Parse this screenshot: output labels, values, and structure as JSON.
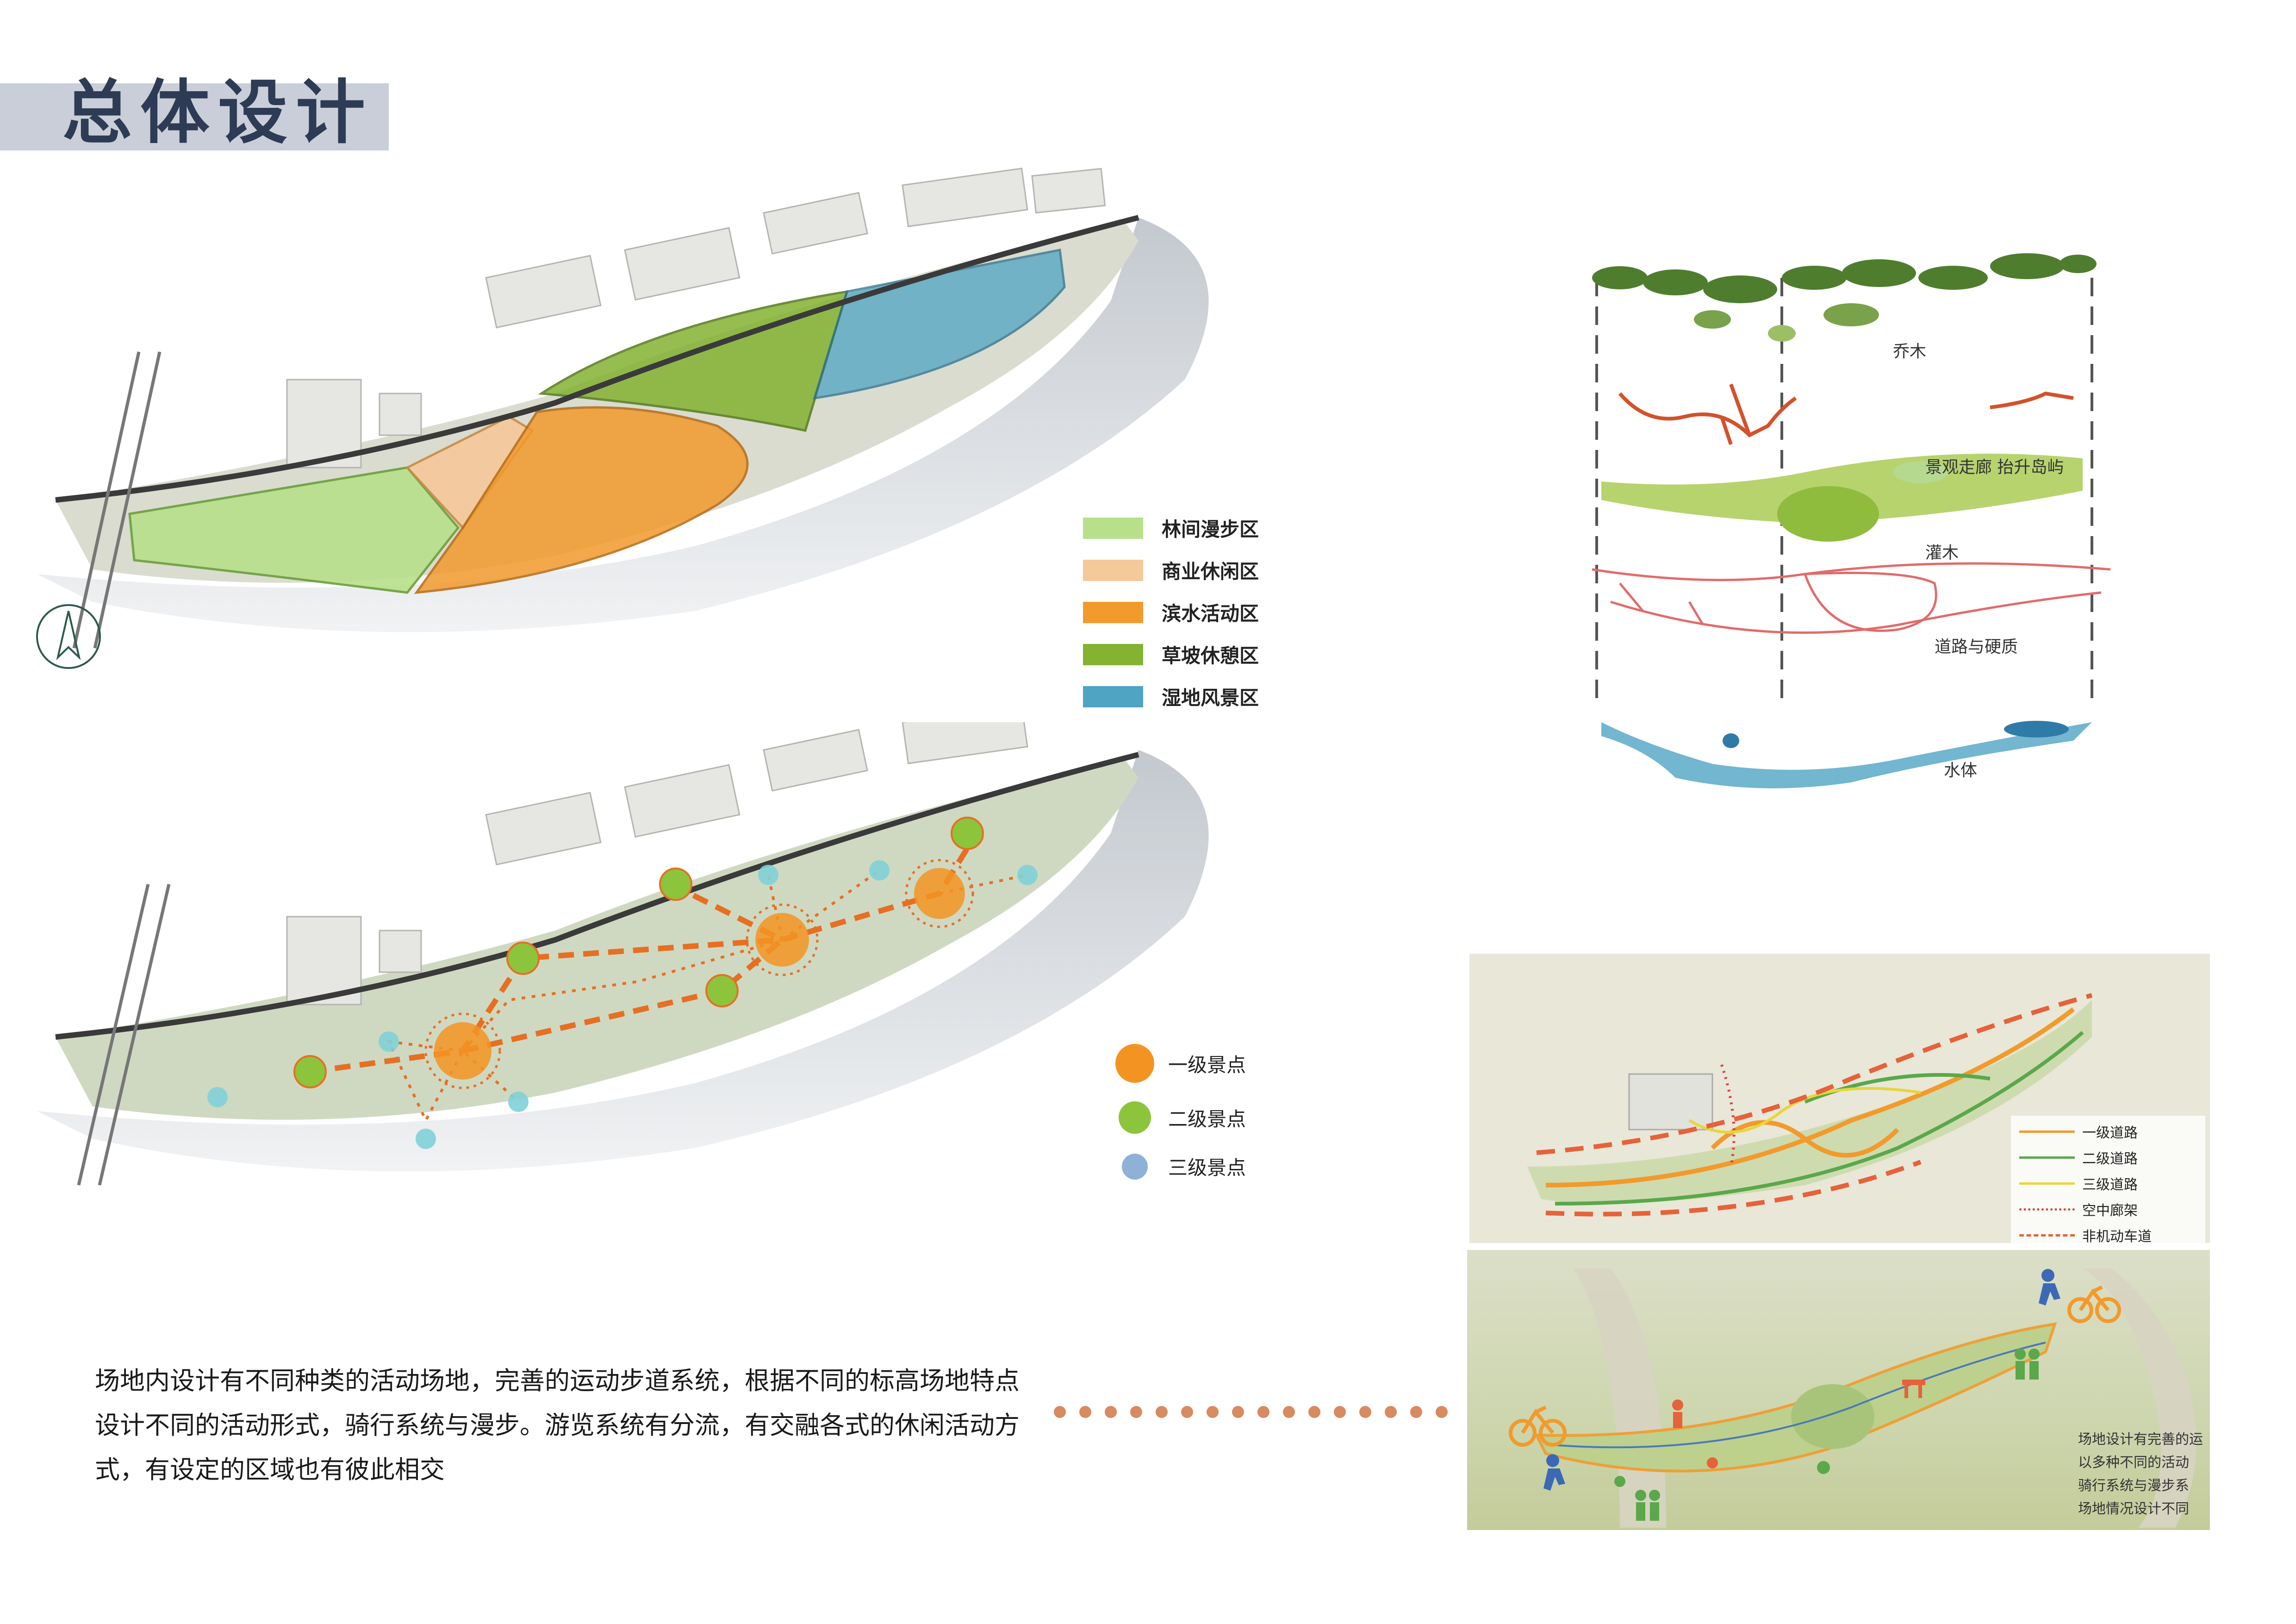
{
  "title": "总体设计",
  "zones_legend": [
    {
      "label": "林间漫步区",
      "color": "#b8e08a"
    },
    {
      "label": "商业休闲区",
      "color": "#f6c99a"
    },
    {
      "label": "滨水活动区",
      "color": "#f29a2c"
    },
    {
      "label": "草坡休憩区",
      "color": "#84b231"
    },
    {
      "label": "湿地风景区",
      "color": "#4fa4c4"
    }
  ],
  "nodes_legend": [
    {
      "label": "一级景点",
      "color": "#f39422"
    },
    {
      "label": "二级景点",
      "color": "#8cc43c"
    },
    {
      "label": "三级景点",
      "color": "#8fb1d8"
    }
  ],
  "layers": [
    "乔木",
    "景观走廊 抬升岛屿",
    "灌木",
    "道路与硬质",
    "水体"
  ],
  "roads_legend": [
    {
      "label": "一级道路",
      "color": "#f29a2c",
      "style": "solid"
    },
    {
      "label": "二级道路",
      "color": "#5aa84a",
      "style": "solid"
    },
    {
      "label": "三级道路",
      "color": "#e7d63a",
      "style": "solid"
    },
    {
      "label": "空中廊架",
      "color": "#d6443c",
      "style": "dotted"
    },
    {
      "label": "非机动车道",
      "color": "#e5623a",
      "style": "dashed"
    }
  ],
  "description": "场地内设计有不同种类的活动场地，完善的运动步道系统，根据不同的标高场地特点设计不同的活动形式，骑行系统与漫步。游览系统有分流，有交融各式的休闲活动方式，有设定的区域也有彼此相交",
  "photo_text": [
    "场地设计有完善的运",
    "以多种不同的活动",
    "骑行系统与漫步系",
    "场地情况设计不同"
  ],
  "colors": {
    "accent_orange": "#f39422",
    "title_navy": "#2e3b55",
    "connector": "#d88a60"
  }
}
